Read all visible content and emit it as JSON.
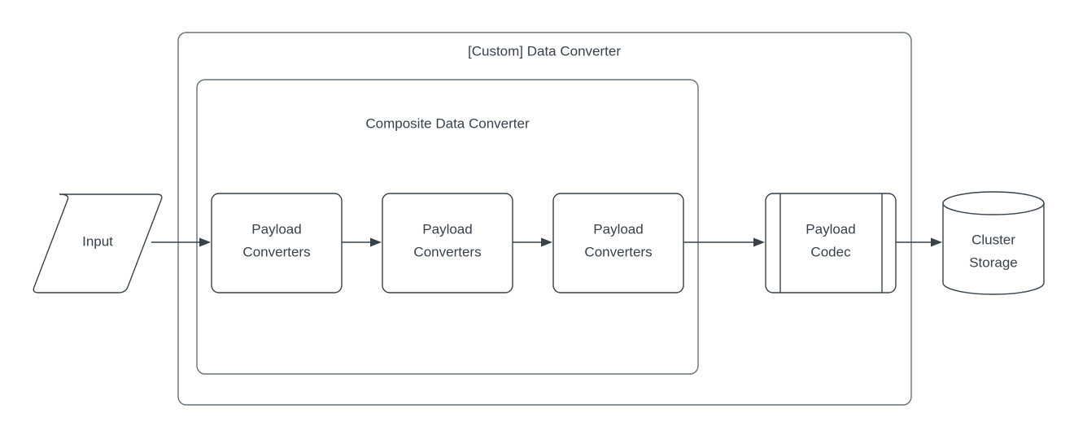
{
  "diagram": {
    "type": "flowchart",
    "direction": "left-to-right",
    "background_color": "#ffffff",
    "stroke_color": "#37424D",
    "container_stroke_color": "#66707B",
    "text_color": "#37424D",
    "containers": [
      {
        "id": "custom-data-converter",
        "title": "[Custom] Data Converter",
        "shape": "rounded-rectangle"
      },
      {
        "id": "composite-data-converter",
        "title": "Composite Data Converter",
        "shape": "rounded-rectangle"
      }
    ],
    "nodes": [
      {
        "id": "input",
        "label": "Input",
        "shape": "parallelogram"
      },
      {
        "id": "payload-converters-1",
        "label_line1": "Payload",
        "label_line2": "Converters",
        "shape": "rounded-rectangle"
      },
      {
        "id": "payload-converters-2",
        "label_line1": "Payload",
        "label_line2": "Converters",
        "shape": "rounded-rectangle"
      },
      {
        "id": "payload-converters-3",
        "label_line1": "Payload",
        "label_line2": "Converters",
        "shape": "rounded-rectangle"
      },
      {
        "id": "payload-codec",
        "label_line1": "Payload",
        "label_line2": "Codec",
        "shape": "process"
      },
      {
        "id": "cluster-storage",
        "label_line1": "Cluster",
        "label_line2": "Storage",
        "shape": "cylinder"
      }
    ],
    "edges": [
      {
        "id": "edge-input-to-pc1",
        "from": "input",
        "to": "payload-converters-1",
        "arrow": "single"
      },
      {
        "id": "edge-pc1-to-pc2",
        "from": "payload-converters-1",
        "to": "payload-converters-2",
        "arrow": "single"
      },
      {
        "id": "edge-pc2-to-pc3",
        "from": "payload-converters-2",
        "to": "payload-converters-3",
        "arrow": "single"
      },
      {
        "id": "edge-pc3-to-codec",
        "from": "payload-converters-3",
        "to": "payload-codec",
        "arrow": "single"
      },
      {
        "id": "edge-codec-to-storage",
        "from": "payload-codec",
        "to": "cluster-storage",
        "arrow": "single"
      }
    ]
  }
}
